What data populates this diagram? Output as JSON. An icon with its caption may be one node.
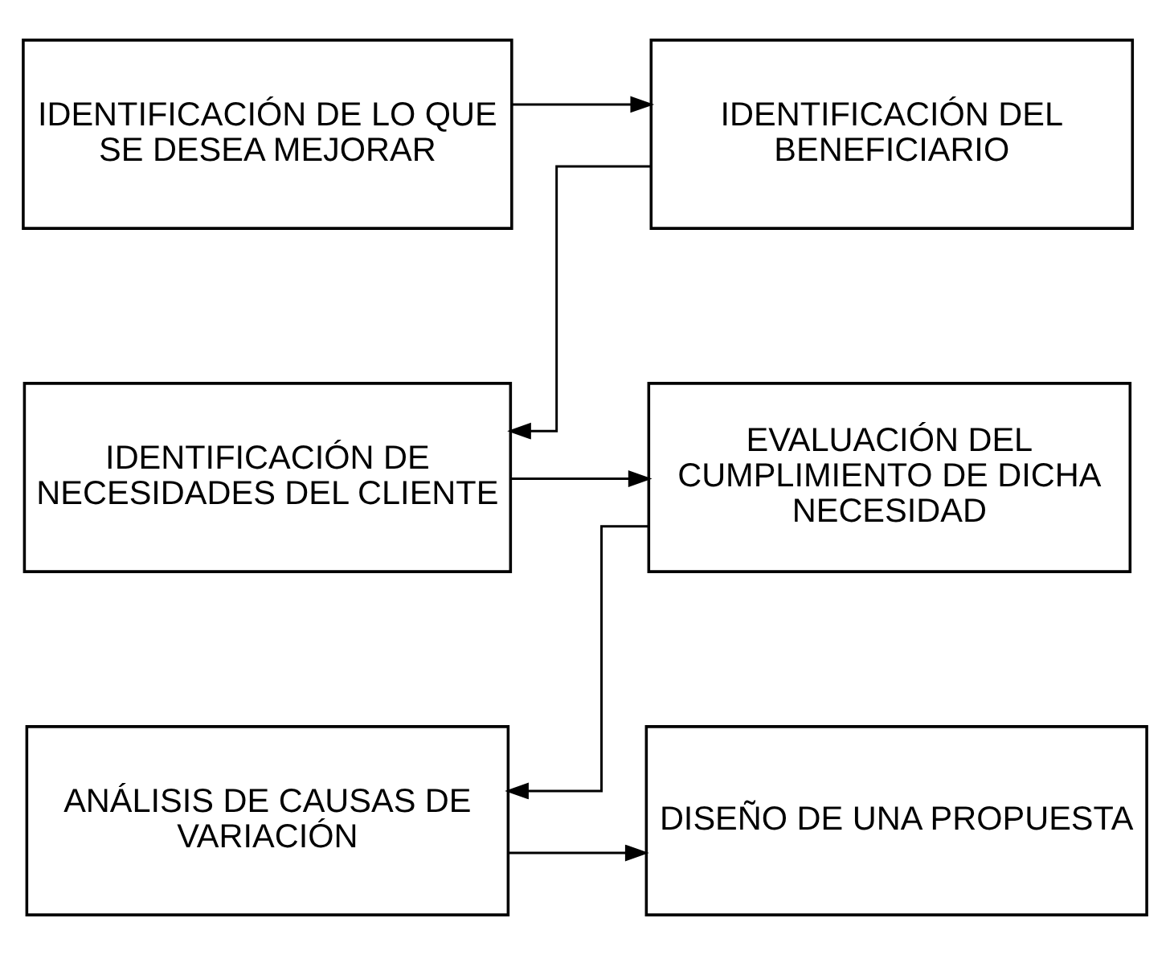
{
  "diagram": {
    "nodes": [
      {
        "text": [
          "IDENTIFICACIÓN DE LO QUE SE DESEA MEJORAR"
        ]
      },
      {
        "text": [
          "IDENTIFICACIÓN DEL BENEFICIARIO"
        ]
      },
      {
        "text": [
          "IDENTIFICACIÓN DE NECESIDADES DEL CLIENTE"
        ]
      },
      {
        "text": [
          "EVALUACIÓN DEL CUMPLIMIENTO DE DICHA NECESIDAD"
        ]
      },
      {
        "text": [
          "ANÁLISIS DE CAUSAS DE VARIACIÓN"
        ]
      },
      {
        "text": [
          "DISEÑO DE UNA PROPUESTA"
        ]
      }
    ],
    "edges": [
      {
        "from": 0,
        "to": 1,
        "arrow": "to"
      },
      {
        "from": 1,
        "to": 2,
        "arrow": "to"
      },
      {
        "from": 2,
        "to": 3,
        "arrow": "to"
      },
      {
        "from": 3,
        "to": 4,
        "arrow": "to"
      },
      {
        "from": 4,
        "to": 5,
        "arrow": "to"
      }
    ]
  }
}
